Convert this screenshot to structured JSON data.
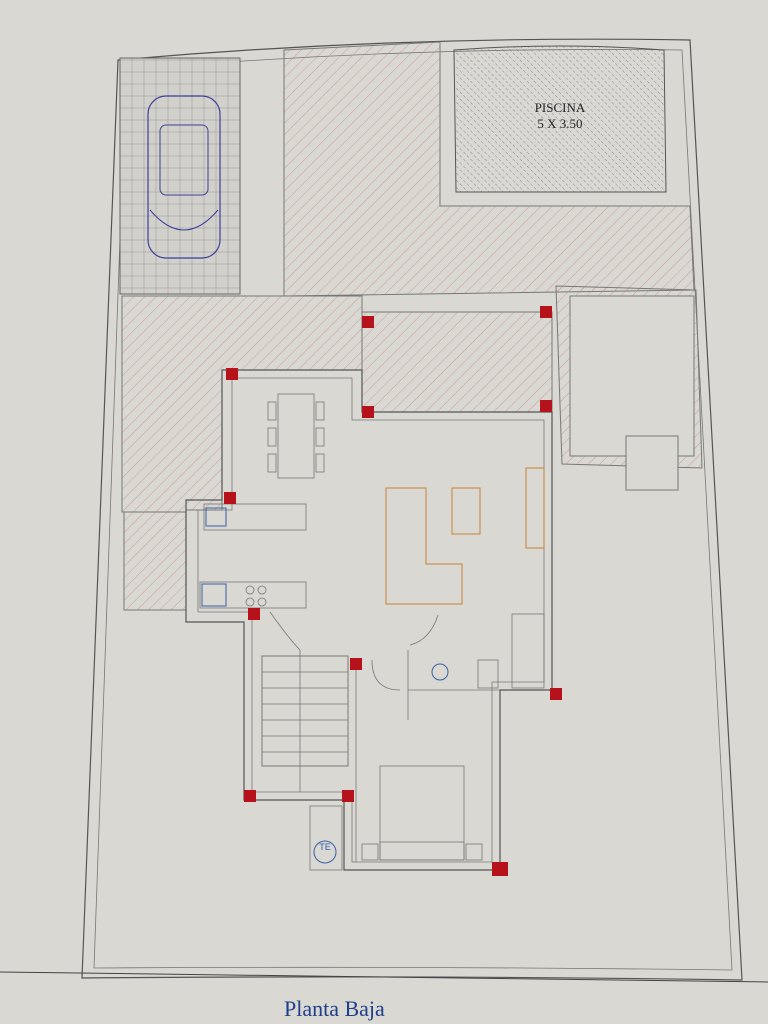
{
  "plan": {
    "title": "Planta Baja",
    "pool_label": "PISCINA",
    "pool_size": "5 X 3.50",
    "water_heater_label": "TE"
  },
  "colors": {
    "paper": "#d9d8d3",
    "wall": "#555555",
    "column": "#b5121b",
    "hatch_red": "#c98a86",
    "title": "#1f3f8a",
    "furniture_blue": "#3a5fa8",
    "sofa_orange": "#c9823a"
  }
}
